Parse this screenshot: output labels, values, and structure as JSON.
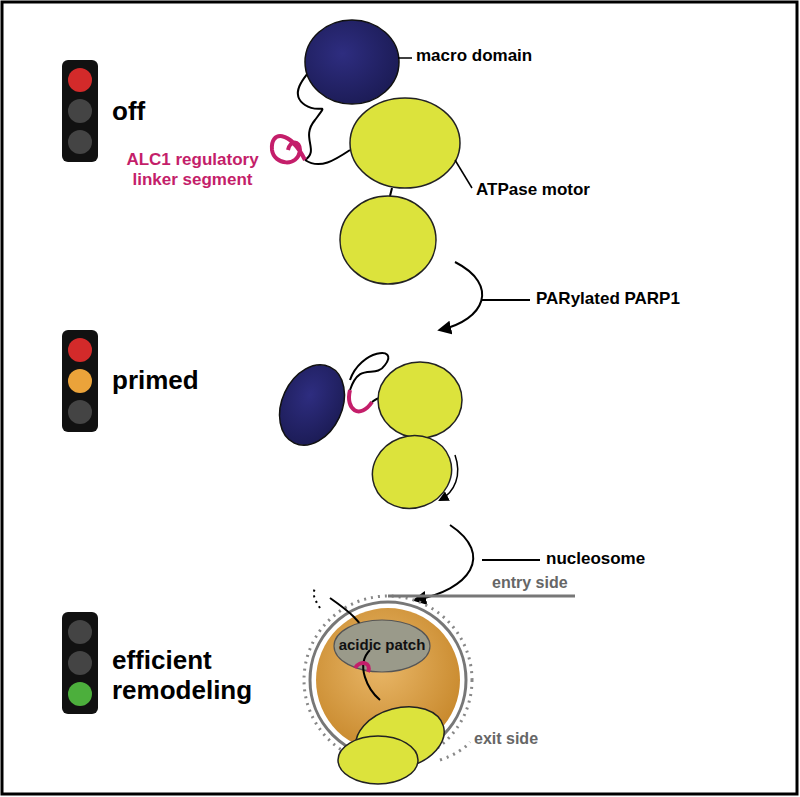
{
  "diagram": {
    "labels": [
      "macro domain",
      "ALC1 regulatory linker segment",
      "ATPase motor",
      "off",
      "PARylated PARP1",
      "primed",
      "nucleosome",
      "entry side",
      "acidic patch",
      "efficient remodeling",
      "exit side"
    ]
  }
}
